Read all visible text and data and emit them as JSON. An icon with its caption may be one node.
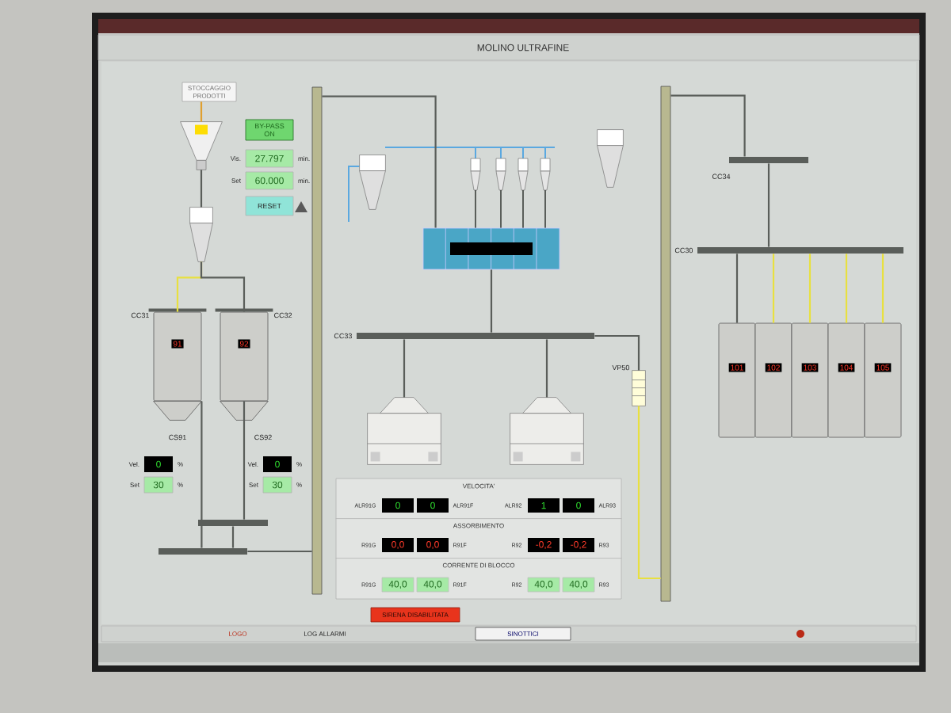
{
  "diagram": {
    "title": "MOLINO ULTRAFINE",
    "nodes": [
      {
        "text": [
          "STOCCAGGIO PRODOTTI"
        ]
      },
      {
        "text": [],
        "shape": "picture"
      },
      {
        "text": [
          "BY-PASS ON"
        ]
      },
      {
        "text": [
          "27.797"
        ],
        "beside": [
          "Vis.",
          "min."
        ]
      },
      {
        "text": [
          "60.000"
        ],
        "beside": [
          "Set",
          "min."
        ]
      },
      {
        "text": [
          "RESET"
        ]
      },
      {
        "text": [],
        "shape": "picture"
      },
      {
        "text": [
          "91"
        ]
      },
      {
        "text": [
          "92"
        ]
      },
      {
        "text": [
          "0"
        ],
        "beside": [
          "Vel.",
          "%"
        ]
      },
      {
        "text": [
          "30"
        ],
        "beside": [
          "Set",
          "%"
        ]
      },
      {
        "text": [
          "0"
        ],
        "beside": [
          "Vel.",
          "%"
        ]
      },
      {
        "text": [
          "30"
        ],
        "beside": [
          "Set",
          "%"
        ]
      },
      {
        "text": [],
        "shape": "bar"
      },
      {
        "text": [],
        "shape": "bar"
      },
      {
        "text": [],
        "shape": "bar"
      },
      {
        "text": [],
        "shape": "picture"
      },
      {
        "text": [],
        "shape": "box"
      },
      {
        "text": [],
        "shape": "picture"
      },
      {
        "text": [],
        "shape": "bar"
      },
      {
        "text": [],
        "shape": "bar"
      },
      {
        "text": [],
        "shape": "bar"
      },
      {
        "text": [
          "101"
        ]
      },
      {
        "text": [
          "102"
        ]
      },
      {
        "text": [
          "103"
        ]
      },
      {
        "text": [
          "104"
        ]
      },
      {
        "text": [
          "105"
        ]
      },
      {
        "text": [],
        "shape": "bar"
      },
      {
        "text": [],
        "shape": "picture"
      },
      {
        "text": [],
        "shape": "picture"
      },
      {
        "text": [
          "VELOCITA'",
          "ASSORBIMENTO",
          "CORRENTE DI BLOCCO"
        ]
      },
      {
        "text": [
          "SIRENA DISABILITATA"
        ]
      },
      {
        "text": [],
        "shape": "picture"
      }
    ],
    "edges": [
      {
        "from": 0,
        "to": 1,
        "arrow": "none",
        "color": "#e0a030"
      },
      {
        "from": 1,
        "to": 6,
        "arrow": "none"
      },
      {
        "from": 6,
        "to": 7,
        "arrow": "none",
        "color": "#e8e040"
      },
      {
        "from": 6,
        "to": 8,
        "arrow": "none"
      },
      {
        "from": 7,
        "to": 14,
        "arrow": "none"
      },
      {
        "from": 8,
        "to": 13,
        "arrow": "none"
      },
      {
        "from": 13,
        "to": 14,
        "arrow": "none"
      },
      {
        "from": 14,
        "to": 15,
        "arrow": "none"
      },
      {
        "from": 15,
        "to": 17,
        "arrow": "none"
      },
      {
        "from": 27,
        "to": 28,
        "arrow": "none"
      },
      {
        "from": 27,
        "to": 29,
        "arrow": "none"
      },
      {
        "from": 32,
        "to": 19,
        "arrow": "none",
        "color": "#e8e040"
      },
      {
        "from": 19,
        "to": 20,
        "arrow": "none"
      },
      {
        "from": 20,
        "to": 21,
        "arrow": "none"
      },
      {
        "from": 21,
        "to": 22,
        "arrow": "none"
      },
      {
        "from": 21,
        "to": 23,
        "arrow": "none",
        "color": "#e8e040"
      },
      {
        "from": 21,
        "to": 24,
        "arrow": "none",
        "color": "#e8e040"
      },
      {
        "from": 21,
        "to": 25,
        "arrow": "none",
        "color": "#e8e040"
      },
      {
        "from": 21,
        "to": 26,
        "arrow": "none",
        "color": "#e8e040"
      },
      {
        "from": 17,
        "to": 27,
        "arrow": "none"
      },
      {
        "from": 27,
        "to": 32,
        "arrow": "none"
      }
    ],
    "labels": [
      "CC34",
      "CC30",
      "CC31",
      "CC32",
      "CC33",
      "VP50",
      "CS91",
      "CS92",
      "ALR91G",
      "0",
      "0",
      "ALR91F",
      "ALR92",
      "1",
      "0",
      "ALR93",
      "R91G",
      "0,0",
      "0,0",
      "R91F",
      "R92",
      "-0,2",
      "-0,2",
      "R93",
      "R91G",
      "40,0",
      "40,0",
      "R91F",
      "R92",
      "40,0",
      "40,0",
      "R93",
      "LOGO",
      "LOG ALLARMI",
      "SINOTTICI"
    ]
  }
}
